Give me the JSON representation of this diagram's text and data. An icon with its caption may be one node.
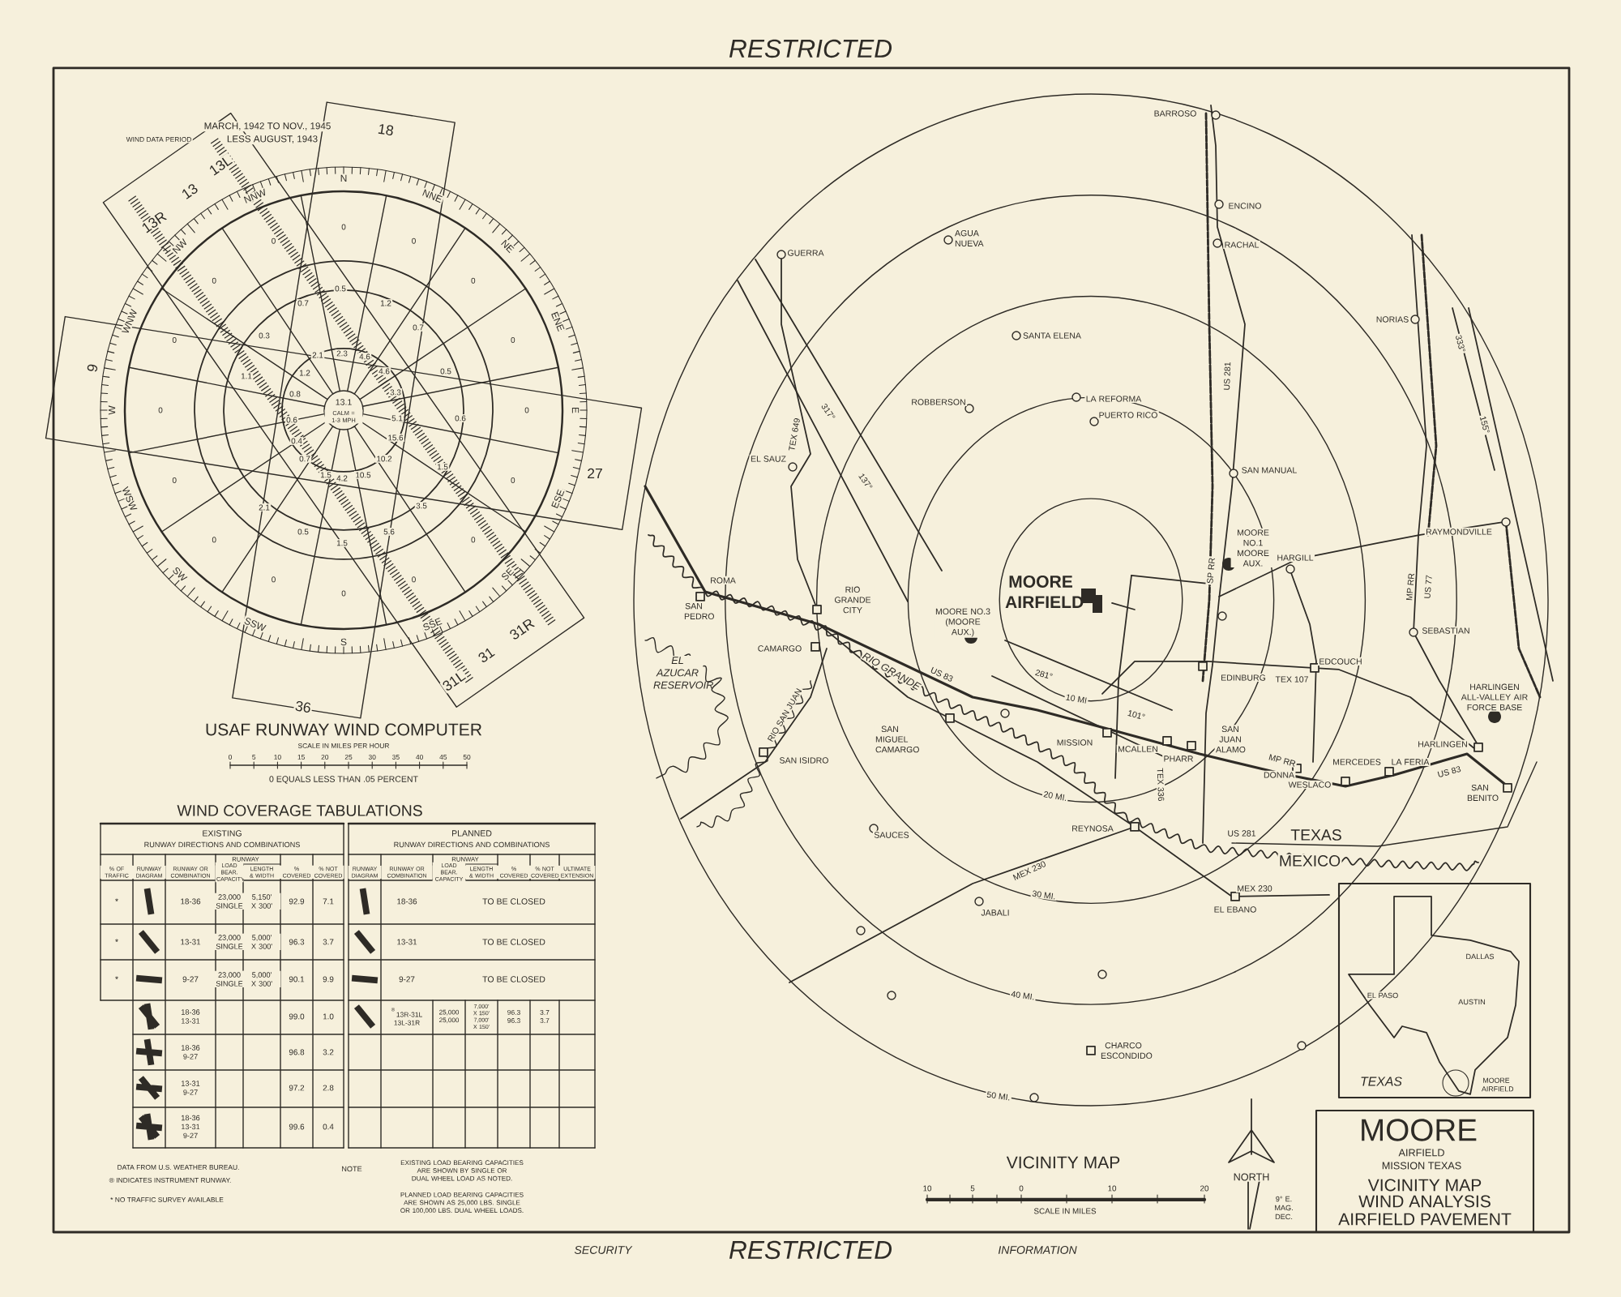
{
  "diagram": {
    "nodes": [
      {
        "text": [
          "DALLAS",
          "EL PASO",
          "AUSTIN",
          "TEXAS",
          "MOORE AIRFIELD"
        ]
      },
      {
        "text": [
          "MOORE",
          "AIRFIELD",
          "MISSION TEXAS",
          "VICINITY MAP",
          "WIND ANALYSIS",
          "AIRFIELD PAVEMENT"
        ]
      }
    ],
    "labels": [
      "RESTRICTED",
      "MARCH, 1942 TO NOV., 1945",
      "WIND DATA PERIOD",
      "LESS AUGUST, 1943",
      "N",
      "NNE",
      "NE",
      "ENE",
      "E",
      "ESE",
      "SE",
      "SSE",
      "S",
      "SSW",
      "SW",
      "WSW",
      "W",
      "WNW",
      "NW",
      "NNW",
      "18",
      "36",
      "9",
      "27",
      "13R",
      "13",
      "13L",
      "31L",
      "31",
      "31R",
      "13.1",
      "CALM = 1-3 MPH",
      "2.1",
      "2.3",
      "4.6",
      "4.6",
      "3.3",
      "5.1",
      "15.6",
      "10.2",
      "10.5",
      "4.2",
      "1.5",
      "0.7",
      "0.4",
      "0.6",
      "0.8",
      "1.2",
      "0.5",
      "1.2",
      "0.7",
      "0.5",
      "0.6",
      "1.5",
      "3.5",
      "5.6",
      "1.5",
      "0.5",
      "2.1",
      "1.1",
      "0.3",
      "0.7",
      "0",
      "0",
      "0",
      "0",
      "0",
      "0",
      "0",
      "0",
      "0",
      "0",
      "0",
      "0",
      "0",
      "0",
      "0",
      "0",
      "USAF RUNWAY WIND COMPUTER",
      "SCALE IN MILES PER HOUR",
      "0",
      "5",
      "10",
      "15",
      "20",
      "25",
      "30",
      "35",
      "40",
      "45",
      "50",
      "0 EQUALS LESS THAN .05 PERCENT",
      "WIND COVERAGE TABULATIONS",
      "EXISTING",
      "RUNWAY DIRECTIONS AND COMBINATIONS",
      "PLANNED",
      "RUNWAY DIRECTIONS AND COMBINATIONS",
      "RUNWAY",
      "RUNWAY",
      "% OF TRAFFIC",
      "RUNWAY DIAGRAM",
      "RUNWAY OR COMBINATION",
      "LOAD BEAR. CAPACITY",
      "LENGTH & WIDTH",
      "% COVERED",
      "% NOT COVERED",
      "RUNWAY DIAGRAM",
      "RUNWAY OR COMBINATION",
      "LOAD BEAR. CAPACITY",
      "LENGTH & WIDTH",
      "% COVERED",
      "% NOT COVERED",
      "ULTIMATE EXTENSION",
      "*",
      "18-36",
      "23,000 SINGLE",
      "5,150' X 300'",
      "92.9",
      "7.1",
      "18-36",
      "TO BE CLOSED",
      "*",
      "13-31",
      "23,000 SINGLE",
      "5,000' X 300'",
      "96.3",
      "3.7",
      "13-31",
      "TO BE CLOSED",
      "*",
      "9-27",
      "23,000 SINGLE",
      "5,000' X 300'",
      "90.1",
      "9.9",
      "9-27",
      "TO BE CLOSED",
      "18-36 13-31",
      "99.0",
      "1.0",
      "$^{®}$13R-31L 13L-31R",
      "25,000 25,000",
      "7,000' X 150' 7,000' X 150'",
      "96.3 96.3",
      "3.7 3.7",
      "18-36 9-27",
      "96.8",
      "3.2",
      "13-31 9-27",
      "97.2",
      "2.8",
      "18-36 13-31 9-27",
      "99.6",
      "0.4",
      "DATA FROM U.S. WEATHER BUREAU.",
      "® INDICATES INSTRUMENT RUNWAY.",
      "* NO TRAFFIC SURVEY AVAILABLE",
      "NOTE",
      "EXISTING LOAD BEARING CAPACITIES ARE SHOWN BY SINGLE OR DUAL WHEEL LOAD AS NOTED.",
      "PLANNED LOAD BEARING CAPACITIES ARE SHOWN AS 25,000 LBS. SINGLE OR 100,000 LBS. DUAL WHEEL LOADS.",
      "BARROSO",
      "ENCINO",
      "RACHAL",
      "GUERRA",
      "AGUA NUEVA",
      "SANTA ELENA",
      "ROBBERSON",
      "LA REFORMA",
      "PUERTO RICO",
      "NORIAS",
      "333°",
      "155°",
      "US 281",
      "TEX 649",
      "317°",
      "137°",
      "EL SAUZ",
      "SAN MANUAL",
      "MOORE NO.1 MOORE AUX.",
      "HARGILL",
      "RAYMONDVILLE",
      "MOORE AIRFIELD",
      "MOORE NO.3 (MOORE AUX.)",
      "ROMA",
      "SAN PEDRO",
      "RIO GRANDE CITY",
      "CAMARGO",
      "EL AZUCAR RESERVOIR",
      "SP RR",
      "MP RR",
      "US 77",
      "SEBASTIAN",
      "EDCOUCH",
      "EDINBURG",
      "TEX 107",
      "281°",
      "10 MI",
      "US 83",
      "RIO GRANDE",
      "HARLINGEN ALL-VALLEY AIR FORCE BASE",
      "RIO SAN JUAN",
      "SAN ISIDRO",
      "SAN MIGUEL CAMARGO",
      "MISSION",
      "101°",
      "MCALLEN",
      "SAN JUAN ALAMO",
      "PHARR",
      "TEX 336",
      "MP RR",
      "DONNA",
      "WESLACO",
      "MERCEDES",
      "LA FERIA",
      "HARLINGEN",
      "US 83",
      "SAN BENITO",
      "20 MI.",
      "REYNOSA",
      "SAUCES",
      "US 281",
      "TEXAS",
      "MEXICO",
      "MEX 230",
      "30 MI.",
      "MEX 230",
      "JABALI",
      "EL EBANO",
      "40 MI.",
      "CHARCO ESCONDIDO",
      "50 MI.",
      "VICINITY MAP",
      "10",
      "5",
      "0",
      "10",
      "20",
      "SCALE IN MILES",
      "NORTH",
      "9° E. MAG. DEC.",
      "SECURITY",
      "RESTRICTED",
      "INFORMATION"
    ]
  }
}
